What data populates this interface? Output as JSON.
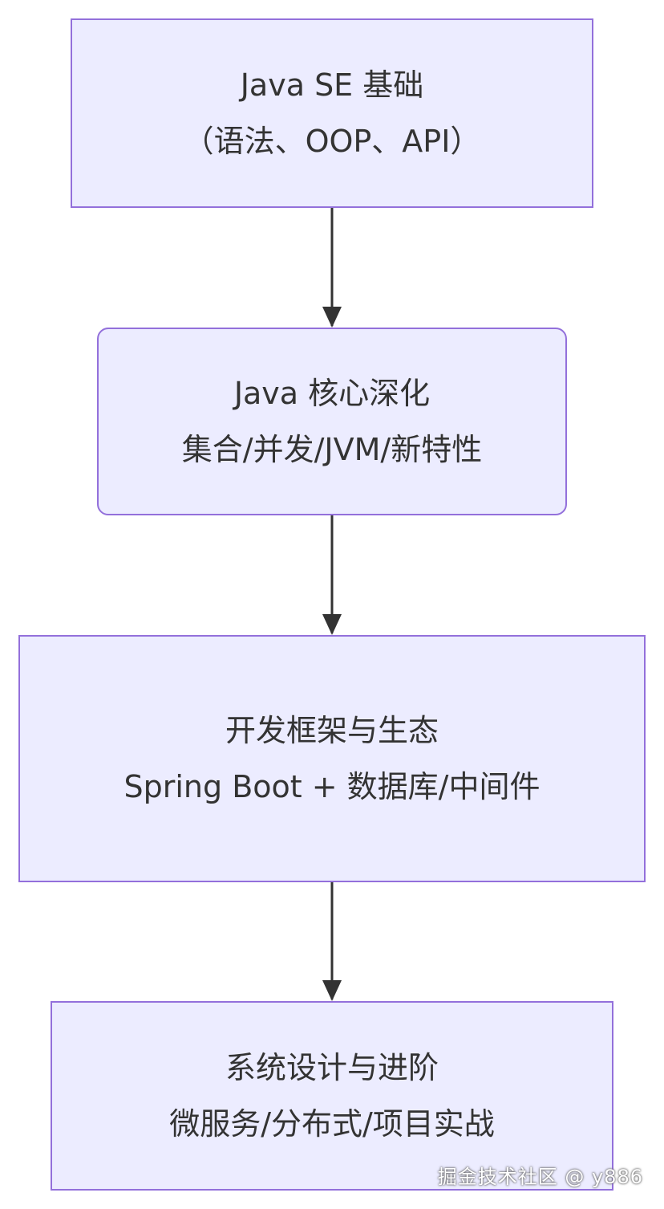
{
  "nodes": [
    {
      "id": "n1",
      "lines": [
        "Java SE 基础",
        "（语法、OOP、API）"
      ]
    },
    {
      "id": "n2",
      "lines": [
        "Java 核心深化",
        "集合/并发/JVM/新特性"
      ]
    },
    {
      "id": "n3",
      "lines": [
        "开发框架与生态",
        "Spring Boot + 数据库/中间件"
      ]
    },
    {
      "id": "n4",
      "lines": [
        "系统设计与进阶",
        "微服务/分布式/项目实战"
      ]
    }
  ],
  "edges": [
    {
      "from": "n1",
      "to": "n2"
    },
    {
      "from": "n2",
      "to": "n3"
    },
    {
      "from": "n3",
      "to": "n4"
    }
  ],
  "colors": {
    "node_fill": "#ececff",
    "node_border": "#9370db",
    "edge": "#333333",
    "text": "#333333"
  },
  "watermark": "掘金技术社区 @ y886"
}
